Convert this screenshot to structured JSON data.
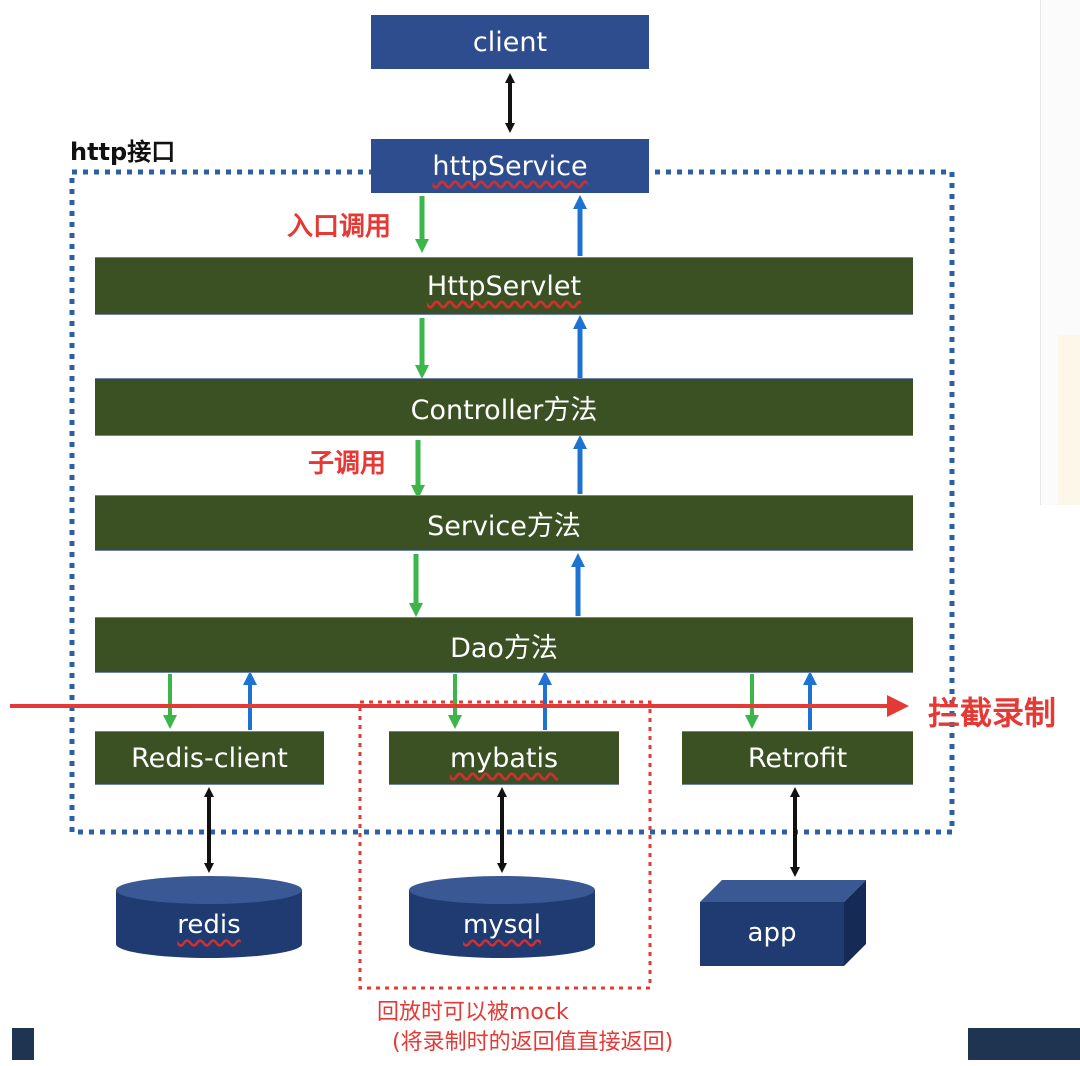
{
  "title": "",
  "boxes": {
    "client": "client",
    "http_service": "httpService",
    "http_servlet": "HttpServlet",
    "controller": "Controller方法",
    "service": "Service方法",
    "dao": "Dao方法",
    "redis_client": "Redis-client",
    "mybatis": "mybatis",
    "retrofit": "Retrofit"
  },
  "stores": {
    "redis": "redis",
    "mysql": "mysql",
    "app": "app"
  },
  "labels": {
    "http_interface": "http接口",
    "entry_call": "入口调用",
    "sub_call": "子调用",
    "intercept_record": "拦截录制",
    "mock_note_line1": "回放时可以被mock",
    "mock_note_line2": "(将录制时的返回值直接返回)"
  },
  "colors": {
    "navy": "#2e4d8e",
    "green_block": "#3b5123",
    "down_arrow": "#3cb54a",
    "up_arrow": "#1e73d2",
    "red": "#e53935",
    "dotted_border": "#2c5fa6"
  }
}
